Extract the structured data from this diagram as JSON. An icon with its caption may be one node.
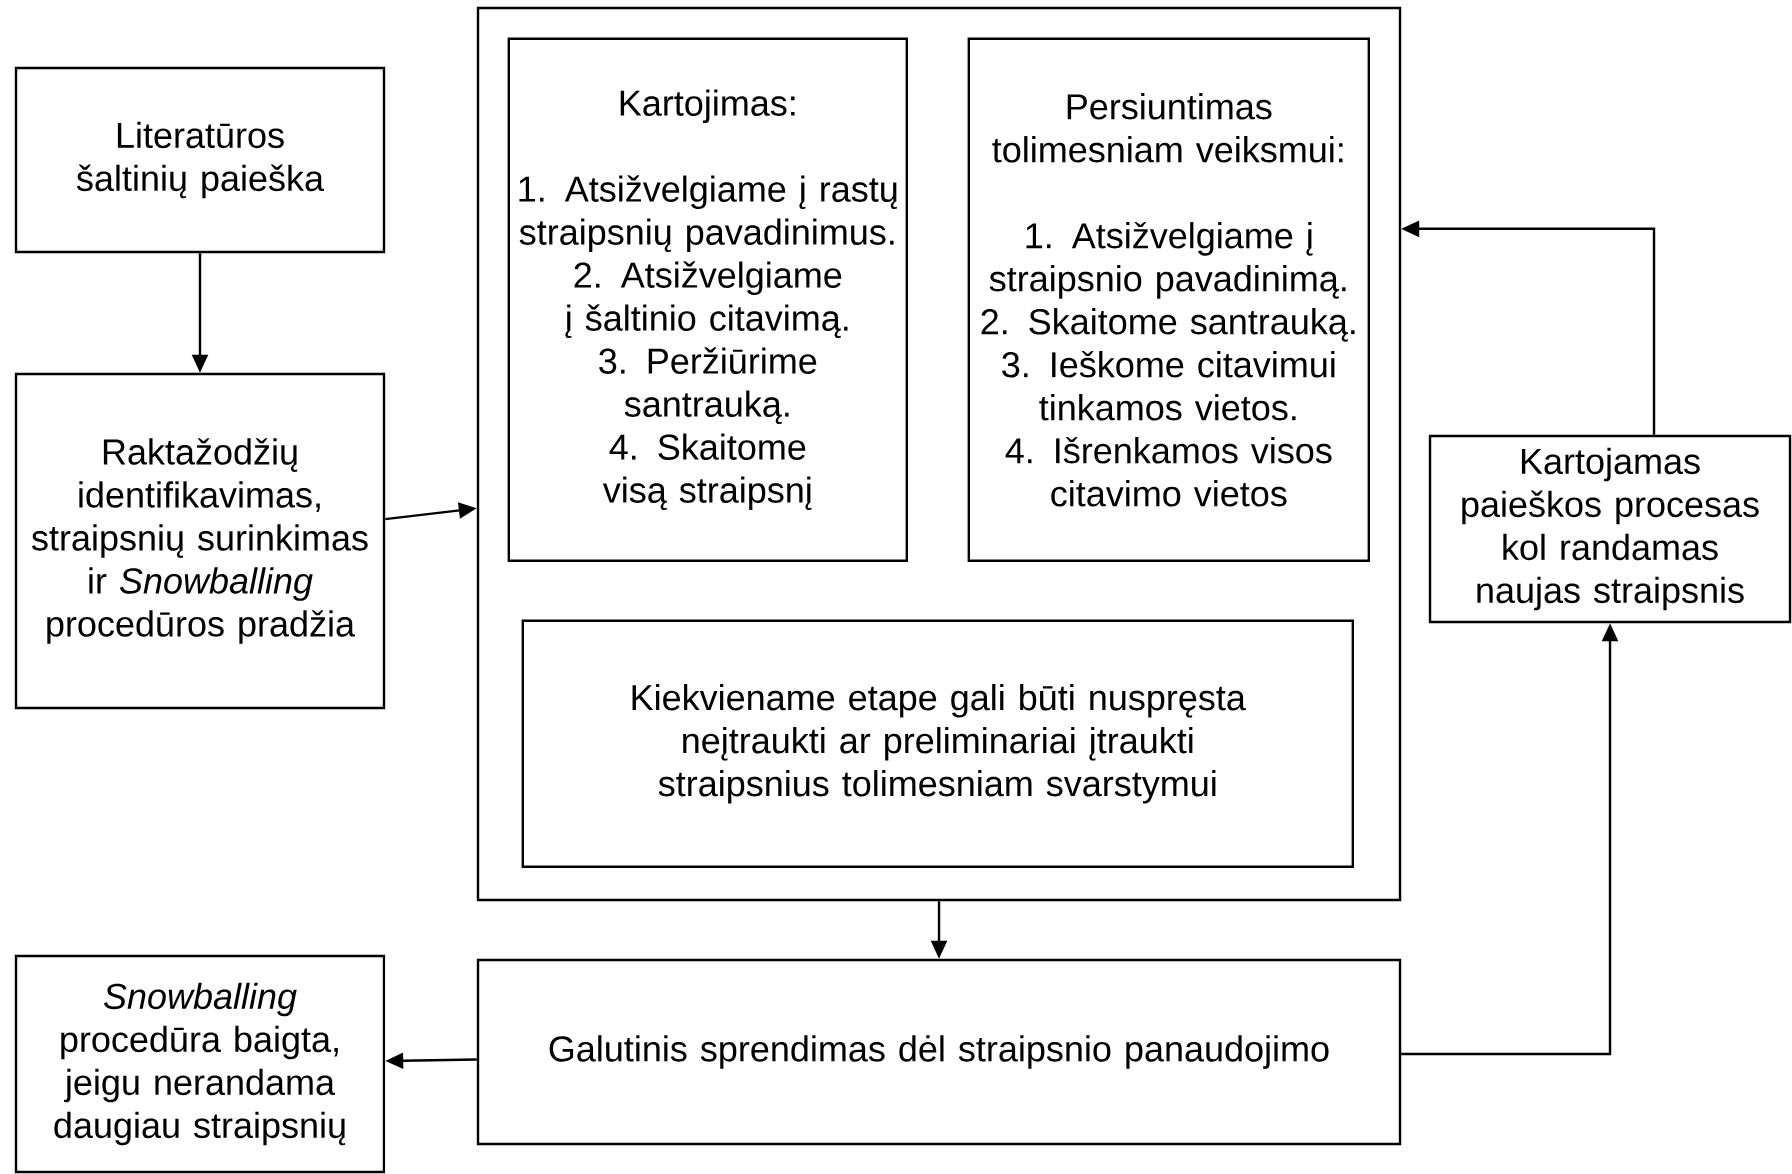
{
  "diagram": {
    "nodes": [
      {
        "text": [
          "Literatūros šaltinių paieška"
        ]
      },
      {
        "text": [
          "Raktažodžių identifikavimas, straipsnių surinkimas ir *Snowballing* procedūros pradžia"
        ]
      },
      {
        "text": [],
        "shape": "box"
      },
      {
        "text": [
          "Kartojimas:",
          "1. Atsižvelgiame į rastų straipsnių pavadinimus.",
          "2. Atsižvelgiame į šaltinio citavimą.",
          "3. Peržiūrime santrauką.",
          "4. Skaitome visą straipsnį"
        ],
        "in": 2
      },
      {
        "text": [
          "Persiuntimas tolimesniam veiksmui:",
          "1. Atsižvelgiame į straipsnio pavadinimą.",
          "2. Skaitome santrauką.",
          "3. Ieškome citavimui tinkamos vietos.",
          "4. Išrenkamos visos citavimo vietos"
        ],
        "in": 2
      },
      {
        "text": [
          "Kiekviename etape gali būti nuspręsta neįtraukti ar preliminariai įtraukti straipsnius tolimesniam svarstymui"
        ],
        "in": 2
      },
      {
        "text": [
          "Galutinis sprendimas dėl straipsnio panaudojimo"
        ]
      },
      {
        "text": [
          "*Snowballing* procedūra baigta, jeigu nerandama daugiau straipsnių"
        ]
      },
      {
        "text": [
          "Kartojamas paieškos procesas kol randamas naujas straipsnis"
        ]
      }
    ],
    "edges": [
      {
        "from": 0,
        "to": 1,
        "arrow": "to"
      },
      {
        "from": 1,
        "to": 2,
        "arrow": "to"
      },
      {
        "from": 2,
        "to": 6,
        "arrow": "to"
      },
      {
        "from": 6,
        "to": 7,
        "arrow": "to"
      },
      {
        "from": 6,
        "to": 8,
        "arrow": "to"
      },
      {
        "from": 8,
        "to": 2,
        "arrow": "to"
      }
    ]
  }
}
